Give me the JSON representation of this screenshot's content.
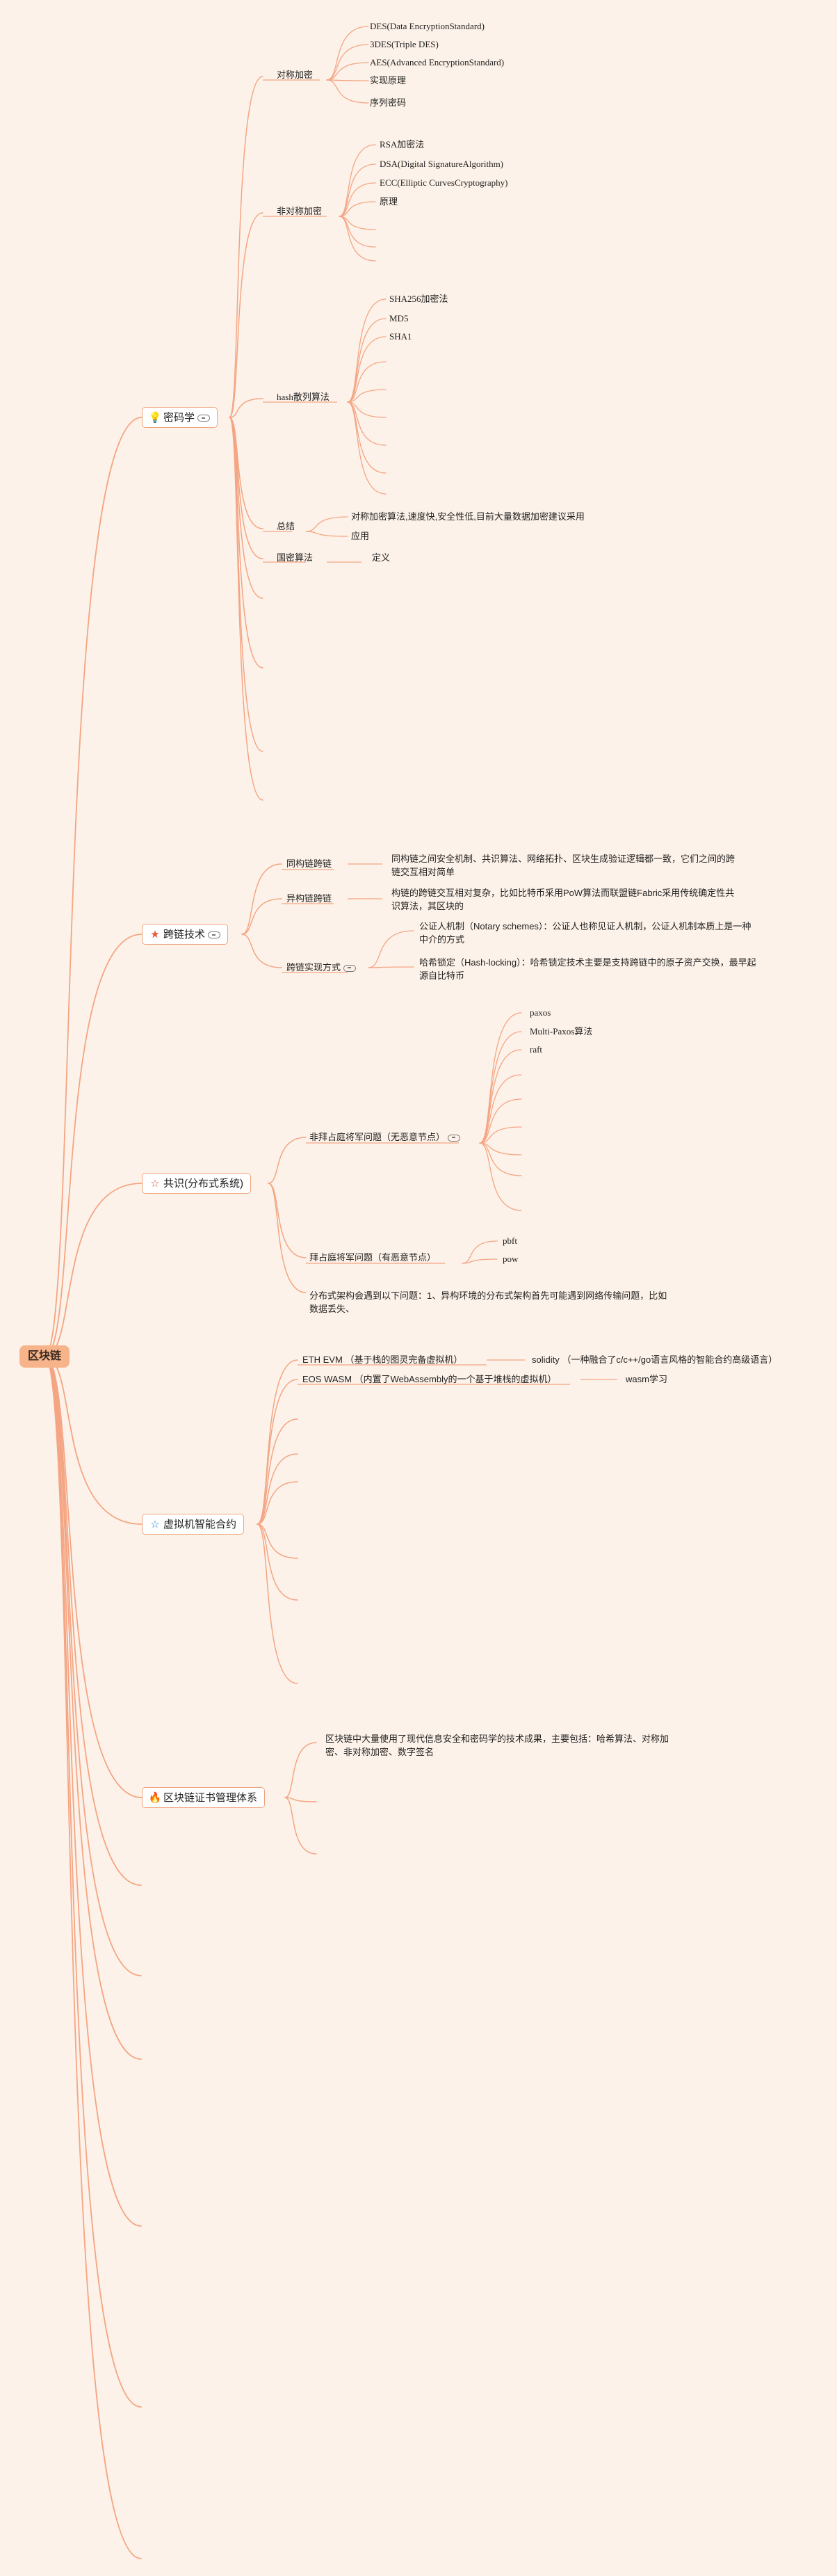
{
  "root": {
    "label": "区块链"
  },
  "crypto": {
    "label": "密码学",
    "symmetric": {
      "label": "对称加密",
      "items": [
        "DES(Data EncryptionStandard)",
        "3DES(Triple DES)",
        "AES(Advanced EncryptionStandard)",
        "实现原理",
        "序列密码"
      ]
    },
    "asymmetric": {
      "label": "非对称加密",
      "items": [
        "RSA加密法",
        "DSA(Digital SignatureAlgorithm)",
        "ECC(Elliptic CurvesCryptography)",
        "原理"
      ]
    },
    "hash": {
      "label": "hash散列算法",
      "items": [
        "SHA256加密法",
        "MD5",
        "SHA1"
      ]
    },
    "summary": {
      "label": "总结",
      "items": [
        "对称加密算法,速度快,安全性低,目前大量数据加密建议采用",
        "应用"
      ]
    },
    "guomi": {
      "label": "国密算法",
      "items": [
        "定义"
      ]
    }
  },
  "crosschain": {
    "label": "跨链技术",
    "same": {
      "label": "同构链跨链",
      "desc": "同构链之间安全机制、共识算法、网络拓扑、区块生成验证逻辑都一致，它们之间的跨链交互相对简单"
    },
    "hetero": {
      "label": "异构链跨链",
      "desc": "构链的跨链交互相对复杂，比如比特币采用PoW算法而联盟链Fabric采用传统确定性共识算法，其区块的"
    },
    "methods": {
      "label": "跨链实现方式",
      "items": [
        "公证人机制（Notary schemes）：公证人也称见证人机制，公证人机制本质上是一种中介的方式",
        "哈希锁定（Hash-locking）：哈希锁定技术主要是支持跨链中的原子资产交换，最早起源自比特币"
      ]
    }
  },
  "consensus": {
    "label": "共识(分布式系统)",
    "nonbyz": {
      "label": "非拜占庭将军问题（无恶意节点）",
      "items": [
        "paxos",
        "Multi-Paxos算法",
        "raft"
      ]
    },
    "byz": {
      "label": "拜占庭将军问题（有恶意节点）",
      "items": [
        "pbft",
        "pow"
      ]
    },
    "note": "分布式架构会遇到以下问题：1、异构环境的分布式架构首先可能遇到网络传输问题，比如数据丢失、"
  },
  "vm": {
    "label": "虚拟机智能合约",
    "eth": {
      "label": "ETH  EVM  （基于栈的图灵完备虚拟机）",
      "child": "solidity （一种融合了c/c++/go语言风格的智能合约高级语言）"
    },
    "eos": {
      "label": "EOS  WASM  （内置了WebAssembly的一个基于堆栈的虚拟机）",
      "child": "wasm学习"
    }
  },
  "cert": {
    "label": "区块链证书管理体系",
    "desc": "区块链中大量使用了现代信息安全和密码学的技术成果，主要包括：哈希算法、对称加密、非对称加密、数字签名"
  },
  "colors": {
    "edge": "#f4a583",
    "root_bg": "#f7b48a",
    "background": "#fdf2e9"
  }
}
